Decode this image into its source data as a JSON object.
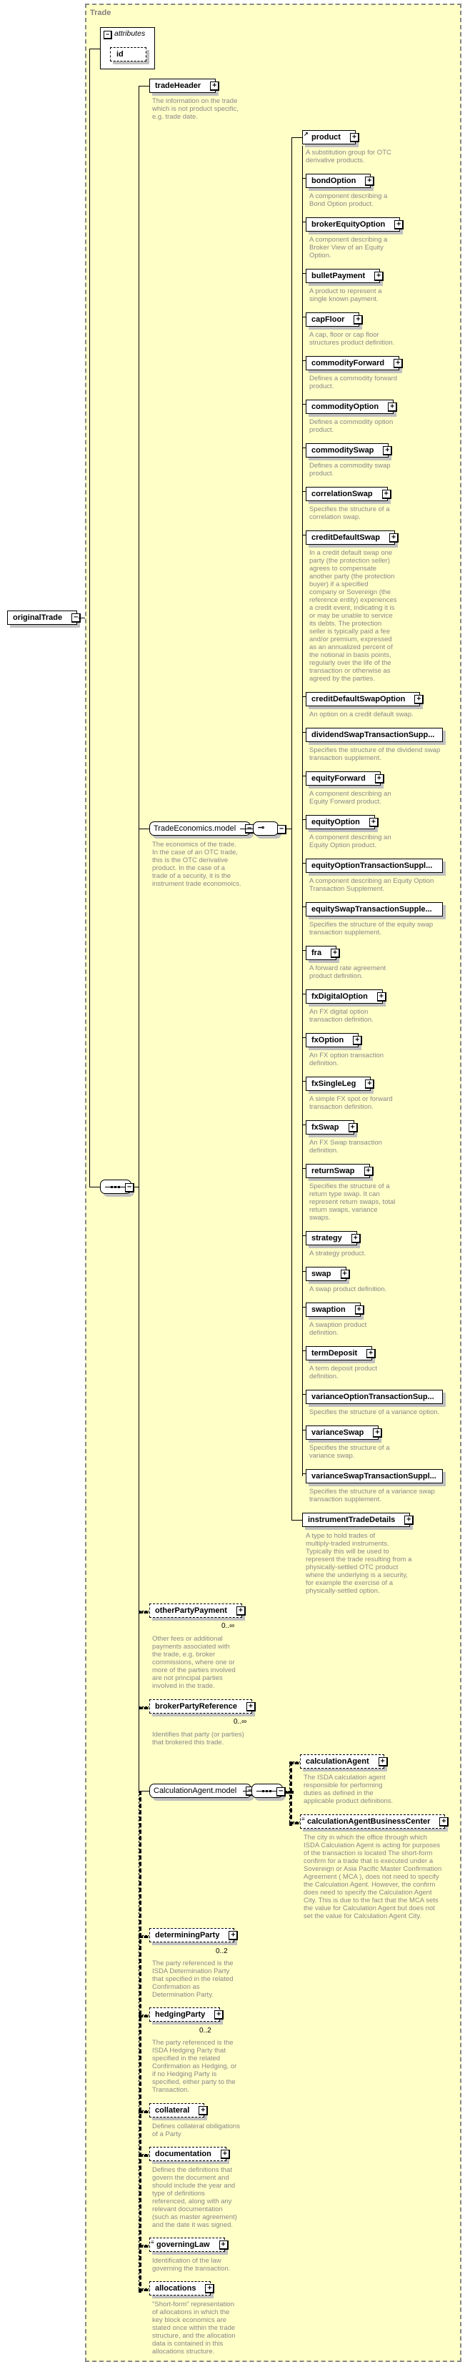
{
  "root": {
    "name": "originalTrade"
  },
  "type_name": "Trade",
  "attributes": {
    "label": "attributes",
    "items": [
      "id"
    ]
  },
  "tradeHeader": {
    "name": "tradeHeader",
    "desc": "The information on the trade\nwhich is not product specific,\ne.g. trade date."
  },
  "tradeEconomics": {
    "name": "TradeEconomics.model",
    "desc": "The economics of the trade.\nIn the case of an OTC trade,\nthis is the OTC derivative\nproduct. In the case of a\ntrade of a security, it is the\ninstrument trade economoics."
  },
  "product": {
    "name": "product",
    "desc": "A substitution group for OTC\nderivative products."
  },
  "products": [
    {
      "name": "bondOption",
      "desc": "A component describing a\nBond Option product."
    },
    {
      "name": "brokerEquityOption",
      "desc": "A component describing a\nBroker View of an Equity\nOption."
    },
    {
      "name": "bulletPayment",
      "desc": "A product to represent a\nsingle known payment."
    },
    {
      "name": "capFloor",
      "desc": "A cap, floor or cap floor\nstructures product definition."
    },
    {
      "name": "commodityForward",
      "desc": "Defines a commodity forward\nproduct."
    },
    {
      "name": "commodityOption",
      "desc": "Defines a commodity option\nproduct."
    },
    {
      "name": "commoditySwap",
      "desc": "Defines a commodity swap\nproduct."
    },
    {
      "name": "correlationSwap",
      "desc": "Specifies the structure of a\ncorrelation swap."
    },
    {
      "name": "creditDefaultSwap",
      "desc": "In a credit default swap one\nparty (the protection seller)\nagrees to compensate\nanother party (the protection\nbuyer) if a specified\ncompany or Sovereign (the\nreference entity) experiences\na credit event, indicating it is\nor may be unable to service\nits debts. The protection\nseller is typically paid a fee\nand/or premium, expressed\nas an annualized percent of\nthe notional in basis points,\nregularly over the life of the\ntransaction or otherwise as\nagreed by the parties."
    },
    {
      "name": "creditDefaultSwapOption",
      "desc": "An option on a credit default swap."
    },
    {
      "name": "dividendSwapTransactionSupp...",
      "desc": "Specifies the structure of the dividend swap\ntransaction supplement.",
      "truncated": true
    },
    {
      "name": "equityForward",
      "desc": "A component describing an\nEquity Forward product."
    },
    {
      "name": "equityOption",
      "desc": "A component describing an\nEquity Option product."
    },
    {
      "name": "equityOptionTransactionSuppl...",
      "desc": "A component describing an Equity Option\nTransaction Supplement.",
      "truncated": true
    },
    {
      "name": "equitySwapTransactionSupple...",
      "desc": "Specifies the structure of the equity swap\ntransaction supplement.",
      "truncated": true
    },
    {
      "name": "fra",
      "desc": "A forward rate agreement\nproduct definition."
    },
    {
      "name": "fxDigitalOption",
      "desc": "An FX digital option\ntransaction definition."
    },
    {
      "name": "fxOption",
      "desc": "An FX option transaction\ndefinition."
    },
    {
      "name": "fxSingleLeg",
      "desc": "A simple FX spot or forward\ntransaction definition."
    },
    {
      "name": "fxSwap",
      "desc": "An FX Swap transaction\ndefinition."
    },
    {
      "name": "returnSwap",
      "desc": "Specifies the structure of a\nreturn type swap. It can\nrepresent return swaps, total\nreturn swaps, variance\nswaps."
    },
    {
      "name": "strategy",
      "desc": "A strategy product."
    },
    {
      "name": "swap",
      "desc": "A swap product definition."
    },
    {
      "name": "swaption",
      "desc": "A swaption product\ndefinition."
    },
    {
      "name": "termDeposit",
      "desc": "A term deposit product\ndefinition."
    },
    {
      "name": "varianceOptionTransactionSup...",
      "desc": "Specifies the structure of a variance option.",
      "truncated": true
    },
    {
      "name": "varianceSwap",
      "desc": "Specifies the structure of a\nvariance swap."
    },
    {
      "name": "varianceSwapTransactionSuppl...",
      "desc": "Specifies the structure of a variance swap\ntransaction supplement.",
      "truncated": true
    }
  ],
  "instrumentTradeDetails": {
    "name": "instrumentTradeDetails",
    "desc": "A type to hold trades of\nmultiply-traded instruments.\nTypically this will be used to\nrepresent the trade resulting from a\nphysically-settled OTC product\nwhere the underlying is a security,\nfor example the exercise of a\nphysically-settled option."
  },
  "otherPartyPayment": {
    "name": "otherPartyPayment",
    "mult": "0..∞",
    "desc": "Other fees or additional\npayments associated with\nthe trade, e.g. broker\ncommissions, where one or\nmore of the parties involved\nare not principal parties\ninvolved in the trade."
  },
  "brokerPartyReference": {
    "name": "brokerPartyReference",
    "mult": "0..∞",
    "desc": "Identifies that party (or parties)\nthat brokered this trade."
  },
  "calculationAgentModel": {
    "name": "CalculationAgent.model"
  },
  "calculationAgent": {
    "name": "calculationAgent",
    "desc": "The ISDA calculation agent\nresponsible for performing\nduties as defined in the\napplicable product definitions."
  },
  "calculationAgentBusinessCenter": {
    "name": "calculationAgentBusinessCenter",
    "desc": "The city in which the office through which\nISDA Calculation Agent is acting for purposes\nof the transaction is located The short-form\nconfirm for a trade that is executed under a\nSovereign or Asia Pacific Master Confirmation\nAgreement ( MCA ), does not need to specify\nthe Calculation Agent. However, the confirm\ndoes need to specify the Calculation Agent\nCity. This is due to the fact that the MCA sets\nthe value for Calculation Agent but does not\nset the value for Calculation Agent City."
  },
  "determiningParty": {
    "name": "determiningParty",
    "mult": "0..2",
    "desc": "The party referenced is the\nISDA Determination Party\nthat specified in the related\nConfirmation as\nDetermination Party."
  },
  "hedgingParty": {
    "name": "hedgingParty",
    "mult": "0..2",
    "desc": "The party referenced is the\nISDA Hedging Party that\nspecified in the related\nConfirmation as Hedging, or\nif no Hedging Party is\nspecified, either party to the\nTransaction."
  },
  "collateral": {
    "name": "collateral",
    "desc": "Defines collateral obiligations\nof a Party"
  },
  "documentation": {
    "name": "documentation",
    "desc": "Defines the definitions that\ngovern the document and\nshould include the year and\ntype of definitions\nreferenced, along with any\nrelevant documentation\n(such as master agreement)\nand the date it was signed."
  },
  "governingLaw": {
    "name": "governingLaw",
    "desc": "Identification of the law\ngoverning the transaction."
  },
  "allocations": {
    "name": "allocations",
    "desc": "\"Short-form\" representation\nof allocations in which the\nkey block economics are\nstated once within the trade\nstructure, and the allocation\ndata is contained in this\nallocations structure."
  },
  "icons": {
    "expand": "+",
    "collapse": "−"
  }
}
